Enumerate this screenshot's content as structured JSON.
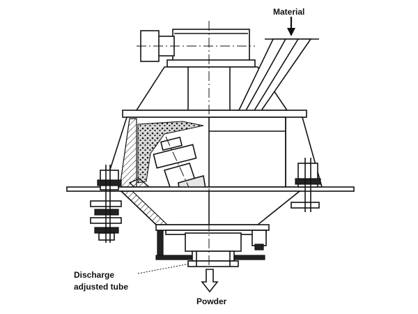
{
  "labels": {
    "material": "Material",
    "discharge_line1": "Discharge",
    "discharge_line2": "adjusted tube",
    "powder": "Powder"
  }
}
